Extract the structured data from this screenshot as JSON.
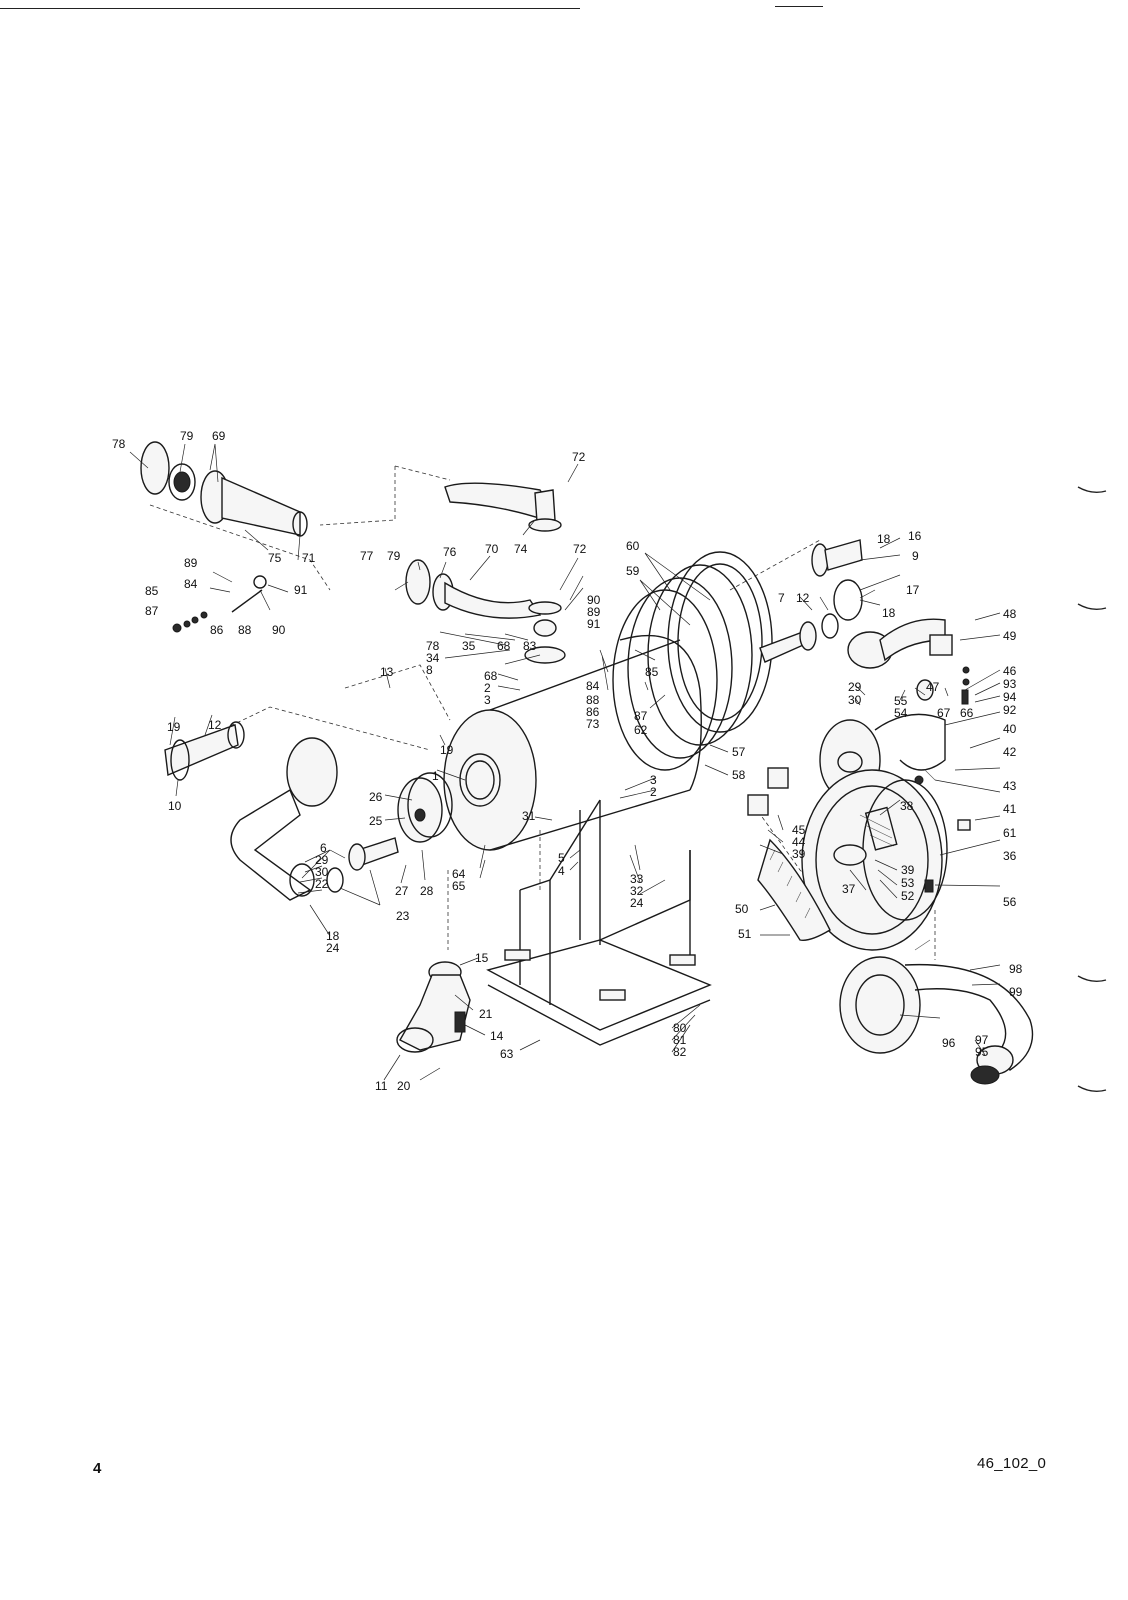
{
  "page": {
    "page_number": "4",
    "reference_code": "46_102_0"
  },
  "diagram": {
    "callouts": [
      "78",
      "79",
      "69",
      "72",
      "75",
      "71",
      "74",
      "77",
      "79",
      "76",
      "70",
      "72",
      "60",
      "59",
      "89",
      "84",
      "91",
      "85",
      "87",
      "86",
      "88",
      "90",
      "18",
      "16",
      "9",
      "7",
      "12",
      "17",
      "18",
      "48",
      "49",
      "46",
      "93",
      "94",
      "92",
      "40",
      "42",
      "43",
      "41",
      "61",
      "36",
      "56",
      "98",
      "99",
      "96",
      "97",
      "95",
      "13",
      "78",
      "34",
      "8",
      "35",
      "68",
      "83",
      "90",
      "89",
      "91",
      "68",
      "2",
      "3",
      "84",
      "88",
      "86",
      "85",
      "73",
      "87",
      "62",
      "19",
      "12",
      "10",
      "19",
      "1",
      "26",
      "25",
      "6",
      "29",
      "30",
      "22",
      "27",
      "28",
      "23",
      "18",
      "24",
      "31",
      "5",
      "4",
      "64",
      "65",
      "3",
      "2",
      "57",
      "58",
      "33",
      "32",
      "24",
      "45",
      "44",
      "39",
      "29",
      "30",
      "55",
      "54",
      "47",
      "67",
      "66",
      "38",
      "39",
      "37",
      "53",
      "52",
      "50",
      "51",
      "15",
      "21",
      "14",
      "11",
      "20",
      "80",
      "81",
      "82",
      "63"
    ]
  }
}
